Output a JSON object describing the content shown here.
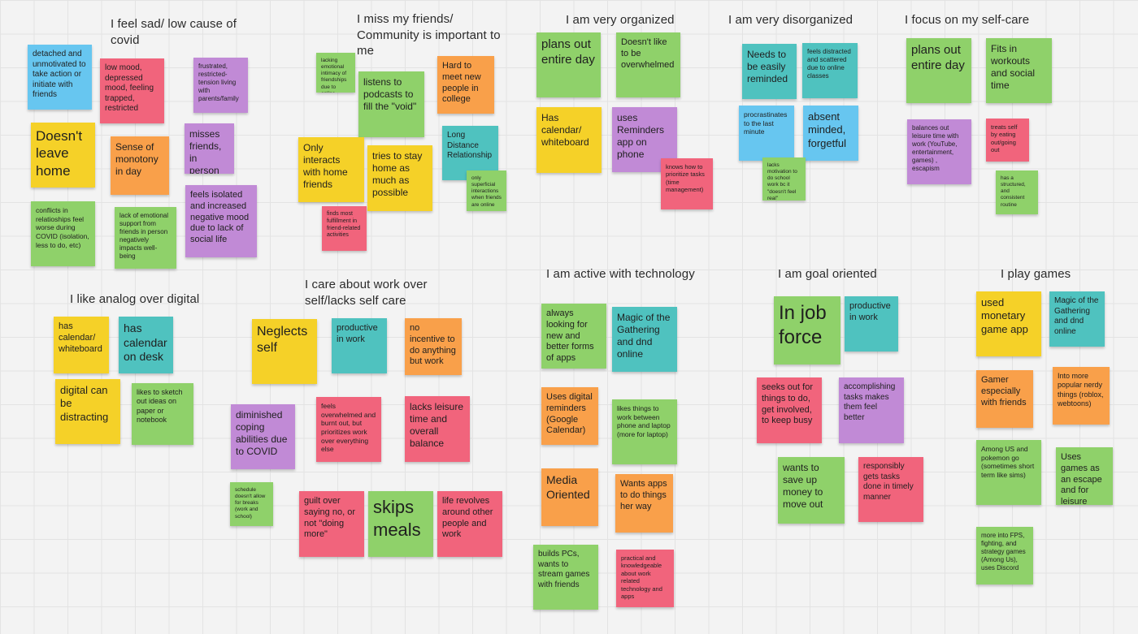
{
  "categories": [
    "I feel sad/ low cause of covid",
    "I miss my friends/ Community is important to me",
    "I am very organized",
    "I am very disorganized",
    "I focus on my self-care",
    "I like analog over digital",
    "I care about work over self/lacks self care",
    "I am active with technology",
    "I am goal oriented",
    "I play games"
  ],
  "colors": {
    "yellow": "#f5d128",
    "green": "#8fd16a",
    "blue": "#67c6f0",
    "pink": "#f1647c",
    "orange": "#f9a04a",
    "purple": "#c18ad6",
    "teal": "#4fc2bf"
  },
  "notes": [
    {
      "text": "detached and unmotivated to take action or initiate with friends",
      "color": "blue"
    },
    {
      "text": "low mood, depressed mood, feeling trapped, restricted",
      "color": "pink"
    },
    {
      "text": "frustrated, restricted-tension living with parents/family",
      "color": "purple"
    },
    {
      "text": "Doesn't leave home",
      "color": "yellow"
    },
    {
      "text": "Sense of monotony in day",
      "color": "orange"
    },
    {
      "text": "misses friends, in person",
      "color": "purple"
    },
    {
      "text": "conflicts in relatioships feel worse during COVID (isolation, less to do, etc)",
      "color": "green"
    },
    {
      "text": "lack of emotional support from friends in person negatively impacts well-being",
      "color": "green"
    },
    {
      "text": "feels isolated and increased negative mood due to lack of social life",
      "color": "purple"
    },
    {
      "text": "lacking emotional intimacy of friendships due to online",
      "color": "green"
    },
    {
      "text": "listens to podcasts to fill the \"void\"",
      "color": "green"
    },
    {
      "text": "Hard to meet new people in college",
      "color": "orange"
    },
    {
      "text": "Long Distance Relationship",
      "color": "teal"
    },
    {
      "text": "Only interacts with home friends",
      "color": "yellow"
    },
    {
      "text": "tries to stay home as much as possible",
      "color": "yellow"
    },
    {
      "text": "only superficial interactions when friends are online",
      "color": "green"
    },
    {
      "text": "finds most fulfillment in friend-related activities",
      "color": "pink"
    },
    {
      "text": "plans out entire day",
      "color": "green"
    },
    {
      "text": "Doesn't like to be overwhelmed",
      "color": "green"
    },
    {
      "text": "Has calendar/ whiteboard",
      "color": "yellow"
    },
    {
      "text": "uses Reminders app on phone",
      "color": "purple"
    },
    {
      "text": "knows how to prioritize tasks (time management)",
      "color": "pink"
    },
    {
      "text": "Needs to be easily reminded",
      "color": "teal"
    },
    {
      "text": "feels distracted and scattered due to online classes",
      "color": "teal"
    },
    {
      "text": "procrastinates to the last minute",
      "color": "blue"
    },
    {
      "text": "absent minded, forgetful",
      "color": "blue"
    },
    {
      "text": "lacks motivation to do school work bc it \"doesn't feel real\"",
      "color": "green"
    },
    {
      "text": "plans out entire day",
      "color": "green"
    },
    {
      "text": "Fits in workouts and social time",
      "color": "green"
    },
    {
      "text": "balances out leisure time with work (YouTube, entertainment, games) , escapism",
      "color": "purple"
    },
    {
      "text": "treats self by eating out/going out",
      "color": "pink"
    },
    {
      "text": "has a structured, and consistent routine",
      "color": "green"
    },
    {
      "text": "has calendar/ whiteboard",
      "color": "yellow"
    },
    {
      "text": "has calendar on desk",
      "color": "teal"
    },
    {
      "text": "digital can be distracting",
      "color": "yellow"
    },
    {
      "text": "likes to sketch out ideas on paper or notebook",
      "color": "green"
    },
    {
      "text": "Neglects self",
      "color": "yellow"
    },
    {
      "text": "productive in work",
      "color": "teal"
    },
    {
      "text": "no incentive to do anything but work",
      "color": "orange"
    },
    {
      "text": "diminished coping abilities due to COVID",
      "color": "purple"
    },
    {
      "text": "feels overwhelmed and burnt out, but prioritizes work over everything else",
      "color": "pink"
    },
    {
      "text": "lacks leisure time and overall balance",
      "color": "pink"
    },
    {
      "text": "schedule doesn't allow for breaks (work and school)",
      "color": "green"
    },
    {
      "text": "guilt over saying no, or not \"doing more\"",
      "color": "pink"
    },
    {
      "text": "skips meals",
      "color": "green"
    },
    {
      "text": "life revolves around other people and work",
      "color": "pink"
    },
    {
      "text": "always looking for new and better forms of apps",
      "color": "green"
    },
    {
      "text": "Magic of the Gathering and dnd online",
      "color": "teal"
    },
    {
      "text": "Uses digital reminders (Google Calendar)",
      "color": "orange"
    },
    {
      "text": "likes things to work between phone and laptop (more for laptop)",
      "color": "green"
    },
    {
      "text": "Media Oriented",
      "color": "orange"
    },
    {
      "text": "Wants apps to do things her way",
      "color": "orange"
    },
    {
      "text": "builds PCs, wants to stream games with friends",
      "color": "green"
    },
    {
      "text": "practical and knowledgeable about work related technology and apps",
      "color": "pink"
    },
    {
      "text": "In job force",
      "color": "green"
    },
    {
      "text": "productive in work",
      "color": "teal"
    },
    {
      "text": "seeks out for things to do, get involved, to keep busy",
      "color": "pink"
    },
    {
      "text": "accomplishing tasks makes them feel better",
      "color": "purple"
    },
    {
      "text": "wants to save up money to move out",
      "color": "green"
    },
    {
      "text": "responsibly gets tasks done in timely manner",
      "color": "pink"
    },
    {
      "text": "used monetary game app",
      "color": "yellow"
    },
    {
      "text": "Magic of the Gathering and dnd online",
      "color": "teal"
    },
    {
      "text": "Gamer especially with friends",
      "color": "orange"
    },
    {
      "text": "Into more popular nerdy things (roblox, webtoons)",
      "color": "orange"
    },
    {
      "text": "Among US and pokemon go (sometimes short term like sims)",
      "color": "green"
    },
    {
      "text": "Uses games as an escape and for leisure",
      "color": "green"
    },
    {
      "text": "more into FPS, fighting, and strategy games (Among Us), uses Discord",
      "color": "green"
    }
  ]
}
